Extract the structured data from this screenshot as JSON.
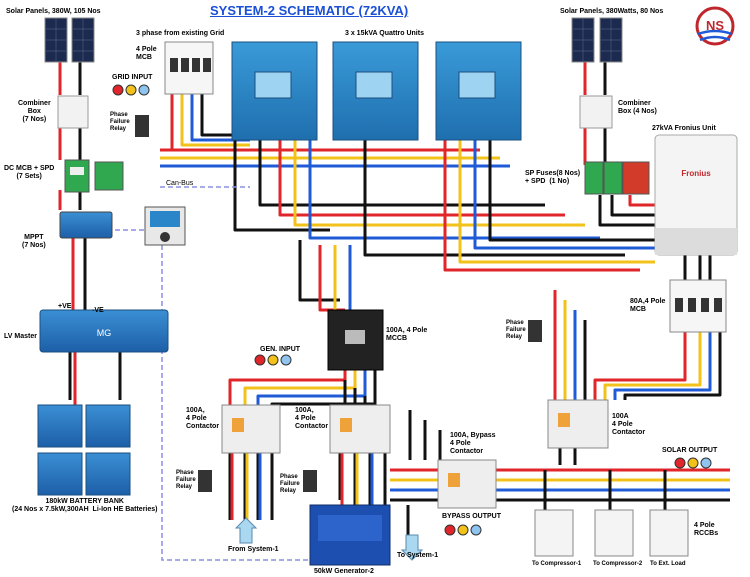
{
  "title": "SYSTEM-2 SCHEMATIC (72KVA)",
  "labels": {
    "solar_left": "Solar Panels, 380W, 105 Nos",
    "solar_right": "Solar Panels, 380Watts, 80 Nos",
    "grid_source": "3 phase from existing Grid",
    "four_pole_mcb": "4 Pole\nMCB",
    "quattro_units": "3 x 15kVA Quattro Units",
    "grid_input": "GRID INPUT",
    "combiner_left": "Combiner\nBox\n(7 Nos)",
    "combiner_right": "Combiner\nBox (4 Nos)",
    "fronius": "27kVA Fronius Unit",
    "dc_mcb_spd": "DC MCB + SPD\n(7 Sets)",
    "can_bus": "Can-Bus",
    "sp_fuses": "SP Fuses(8 Nos)\n+ SPD  (1 No)",
    "mppt": "MPPT\n(7 Nos)",
    "pos": "+VE",
    "neg": "-VE",
    "lv_master": "LV Master",
    "mccb": "100A, 4 Pole\nMCCB",
    "mcb_80a": "80A,4 Pole\nMCB",
    "gen_input": "GEN. INPUT",
    "contactor_left": "100A,\n4 Pole\nContactor",
    "contactor_mid": "100A,\n4 Pole\nContactor",
    "contactor_right": "100A\n4 Pole\nContactor",
    "bypass_contactor": "100A, Bypass\n4 Pole\nContactor",
    "solar_output": "SOLAR OUTPUT",
    "bypass_output": "BYPASS OUTPUT",
    "pfr": "Phase\nFailure\nRelay",
    "battery_bank": "180kW BATTERY BANK\n(24 Nos x 7.5kW,300AH  Li-Ion HE Batteries)",
    "from_system1": "From System-1",
    "to_system1": "To System-1",
    "generator": "50kW Generator-2",
    "rccbs": "4 Pole\nRCCBs",
    "comp1": "To Compressor-1",
    "comp2": "To Compressor-2",
    "ext_load": "To Ext. Load",
    "logo_text": "NS"
  },
  "colors": {
    "red": "#e0262a",
    "yellow": "#f2c21b",
    "blue": "#1f5bd6",
    "black": "#111111",
    "quattro": "#2b86c9",
    "title": "#1a4fd6"
  }
}
